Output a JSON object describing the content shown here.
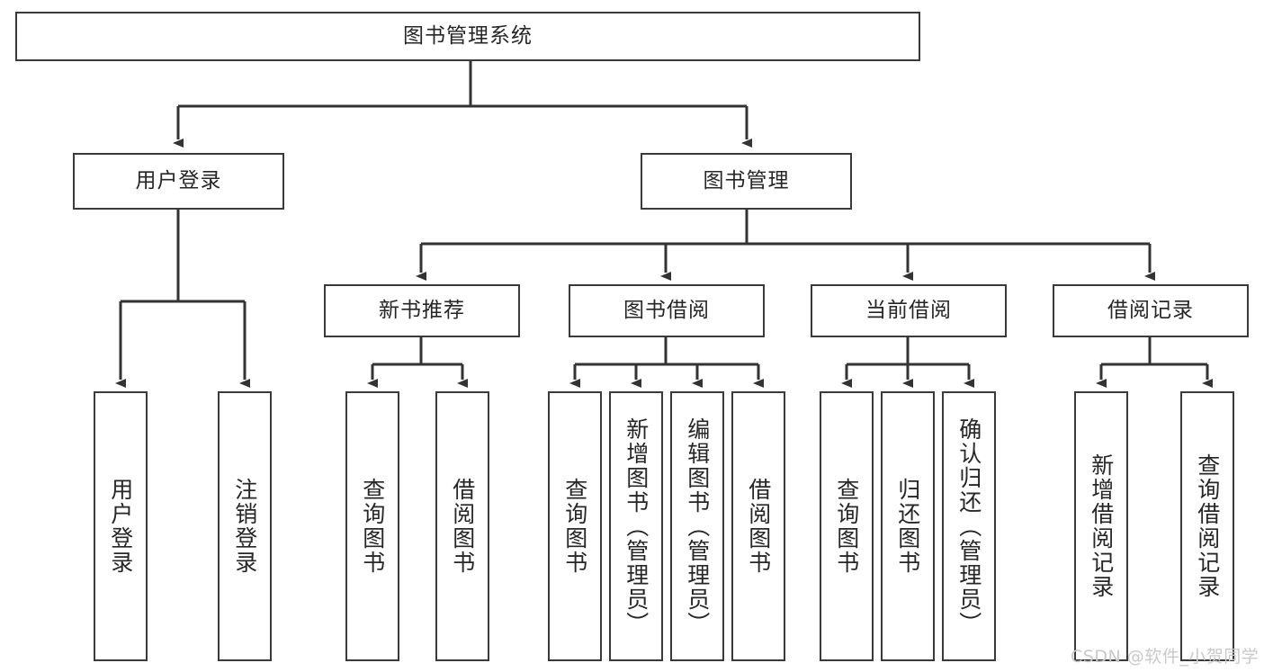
{
  "diagram": {
    "type": "tree-hierarchy",
    "title": "图书管理系统",
    "orientation": "top-down",
    "colors": {
      "box_stroke": "#3a3a3a",
      "box_fill": "#ffffff",
      "edge_stroke": "#333333",
      "text": "#262626",
      "watermark": "#c9c9c9"
    },
    "watermark": "CSDN @软件_小贺同学",
    "nodes": {
      "root": {
        "label": "图书管理系统"
      },
      "level1": [
        {
          "id": "user-login",
          "label": "用户登录"
        },
        {
          "id": "book-manage",
          "label": "图书管理"
        }
      ],
      "level2": [
        {
          "id": "new-book-recommend",
          "label": "新书推荐"
        },
        {
          "id": "book-borrow",
          "label": "图书借阅"
        },
        {
          "id": "current-borrow",
          "label": "当前借阅"
        },
        {
          "id": "borrow-record",
          "label": "借阅记录"
        }
      ],
      "leaves": {
        "user-login": [
          {
            "id": "leaf-user-login",
            "label": "用户登录"
          },
          {
            "id": "leaf-logout-login",
            "label": "注销登录"
          }
        ],
        "new-book-recommend": [
          {
            "id": "leaf-query-book-1",
            "label": "查询图书"
          },
          {
            "id": "leaf-borrow-book-1",
            "label": "借阅图书"
          }
        ],
        "book-borrow": [
          {
            "id": "leaf-query-book-2",
            "label": "查询图书"
          },
          {
            "id": "leaf-add-book",
            "label": "新增图书（管理员）"
          },
          {
            "id": "leaf-edit-book",
            "label": "编辑图书（管理员）"
          },
          {
            "id": "leaf-borrow-book-2",
            "label": "借阅图书"
          }
        ],
        "current-borrow": [
          {
            "id": "leaf-query-book-3",
            "label": "查询图书"
          },
          {
            "id": "leaf-return-book",
            "label": "归还图书"
          },
          {
            "id": "leaf-confirm-return",
            "label": "确认归还（管理员）"
          }
        ],
        "borrow-record": [
          {
            "id": "leaf-add-record",
            "label": "新增借阅记录"
          },
          {
            "id": "leaf-query-record",
            "label": "查询借阅记录"
          }
        ]
      }
    }
  }
}
